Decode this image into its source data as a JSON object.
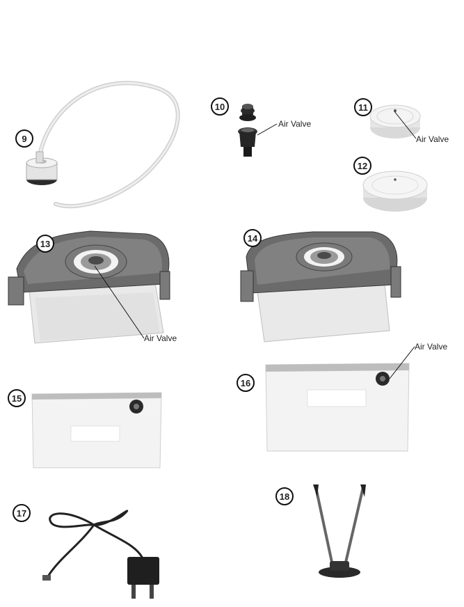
{
  "items": [
    {
      "number": "9"
    },
    {
      "number": "10"
    },
    {
      "number": "11"
    },
    {
      "number": "12"
    },
    {
      "number": "13"
    },
    {
      "number": "14"
    },
    {
      "number": "15"
    },
    {
      "number": "16"
    },
    {
      "number": "17"
    },
    {
      "number": "18"
    }
  ],
  "labels": {
    "air_valve_10": "Air Valve",
    "air_valve_11": "Air Valve",
    "air_valve_13": "Air Valve",
    "air_valve_16": "Air Valve"
  },
  "colors": {
    "outline": "#111111",
    "lid": "#6b6b6b",
    "tube": "#d8d8d8"
  }
}
